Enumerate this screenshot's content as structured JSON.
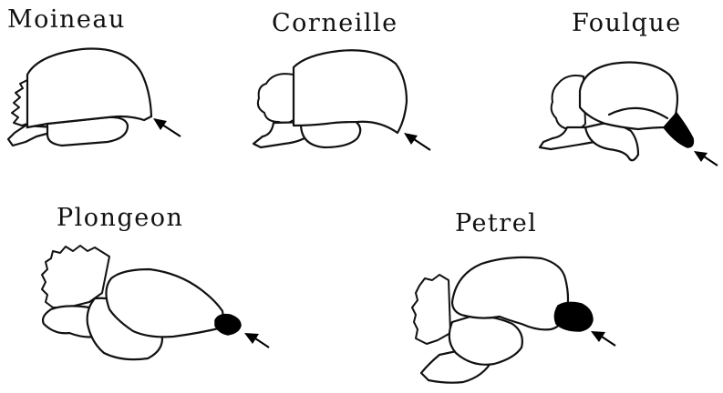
{
  "colors": {
    "hemisphere_fill": "#ebebeb",
    "outline": "#111111",
    "olfactory_bulb": "#000000",
    "background": "#ffffff"
  },
  "birds": [
    {
      "id": "moineau",
      "name": "Moineau"
    },
    {
      "id": "corneille",
      "name": "Corneille"
    },
    {
      "id": "foulque",
      "name": "Foulque"
    },
    {
      "id": "plongeon",
      "name": "Plongeon"
    },
    {
      "id": "petrel",
      "name": "Petrel"
    }
  ]
}
